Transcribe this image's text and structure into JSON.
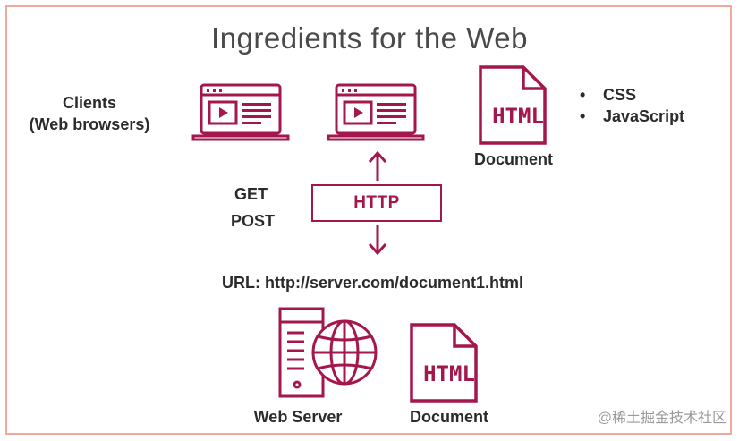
{
  "title": "Ingredients for the Web",
  "clients_label_line1": "Clients",
  "clients_label_line2": "(Web browsers)",
  "bullets": [
    "CSS",
    "JavaScript"
  ],
  "html_icon_text": "HTML",
  "document_label_top": "Document",
  "document_label_bottom": "Document",
  "http_label": "HTTP",
  "get_label": "GET",
  "post_label": "POST",
  "url_label": "URL: http://server.com/document1.html",
  "web_server_label": "Web Server",
  "watermark": "@稀土掘金技术社区",
  "colors": {
    "accent": "#a3174d",
    "frame": "#f0a99a",
    "text": "#2b2b2b"
  }
}
